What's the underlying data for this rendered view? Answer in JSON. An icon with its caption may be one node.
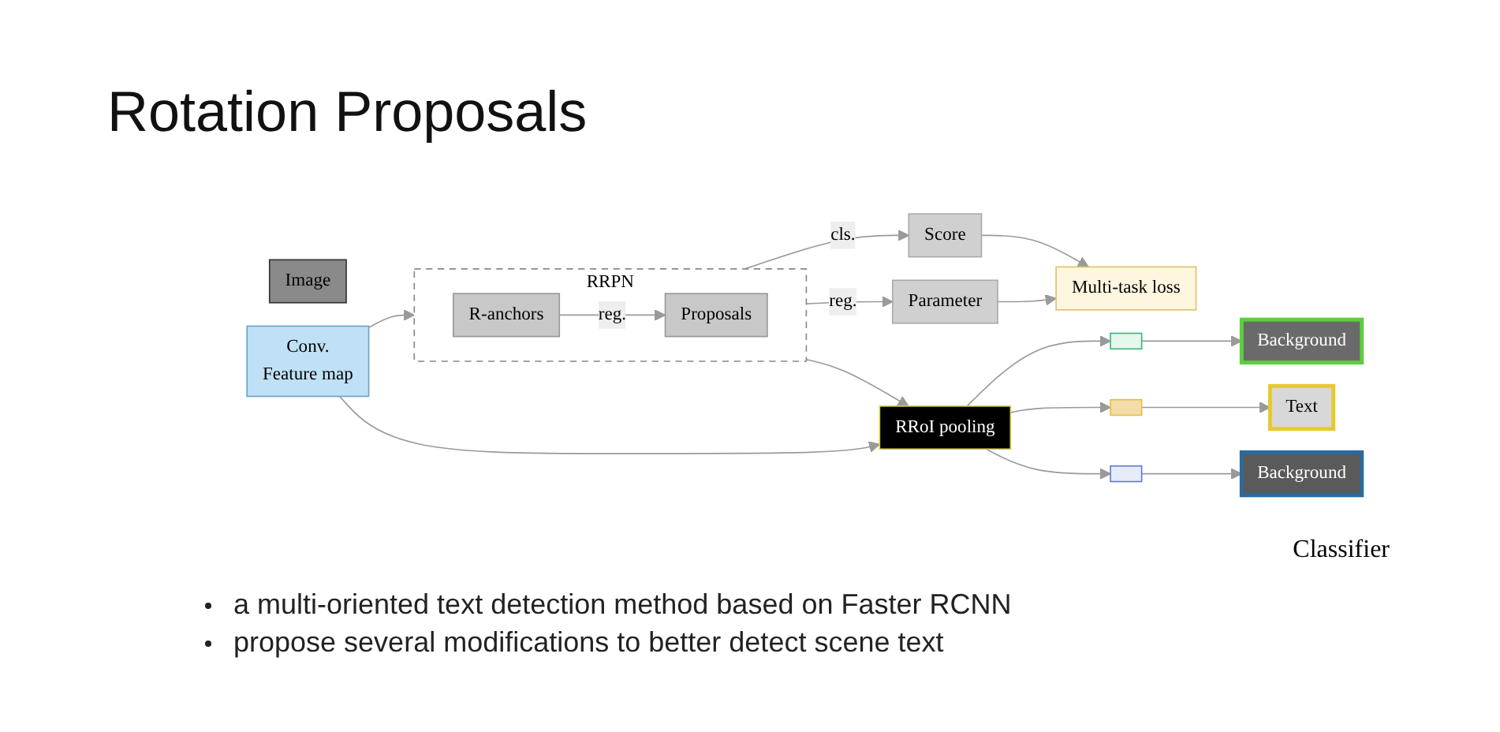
{
  "diagram": {
    "title": "Rotation Proposals",
    "nodes": [
      {
        "text": [
          "Image"
        ]
      },
      {
        "text": [
          "Conv.",
          "Feature map"
        ]
      },
      {
        "text": [
          "RRPN"
        ]
      },
      {
        "text": [
          "R-anchors"
        ],
        "in": 2
      },
      {
        "text": [
          "Proposals"
        ],
        "in": 2
      },
      {
        "text": [
          "Parameter"
        ]
      },
      {
        "text": [
          "Score"
        ]
      },
      {
        "text": [
          "Multi-task loss"
        ]
      },
      {
        "text": [
          "RRoI pooling"
        ]
      },
      {
        "text": [],
        "shape": "box"
      },
      {
        "text": [],
        "shape": "box"
      },
      {
        "text": [],
        "shape": "box"
      },
      {
        "text": [
          "Background"
        ]
      },
      {
        "text": [
          "Text"
        ]
      },
      {
        "text": [
          "Background"
        ]
      }
    ],
    "edges": [
      {
        "from": 1,
        "to": 2,
        "arrow": "to"
      },
      {
        "from": 3,
        "to": 4,
        "label": "reg.",
        "arrow": "to"
      },
      {
        "from": 2,
        "to": 5,
        "label": "reg.",
        "arrow": "to"
      },
      {
        "from": 2,
        "to": 6,
        "label": "cls.",
        "arrow": "to"
      },
      {
        "from": 5,
        "to": 7,
        "arrow": "to"
      },
      {
        "from": 6,
        "to": 7,
        "arrow": "to"
      },
      {
        "from": 2,
        "to": 8,
        "arrow": "to"
      },
      {
        "from": 1,
        "to": 8,
        "arrow": "to"
      },
      {
        "from": 8,
        "to": 9,
        "arrow": "to"
      },
      {
        "from": 8,
        "to": 10,
        "arrow": "to"
      },
      {
        "from": 8,
        "to": 11,
        "arrow": "to"
      },
      {
        "from": 9,
        "to": 12,
        "arrow": "to"
      },
      {
        "from": 10,
        "to": 13,
        "arrow": "to"
      },
      {
        "from": 11,
        "to": 14,
        "arrow": "to"
      }
    ],
    "labels": [
      "Classifier",
      "a multi-oriented text detection method based on Faster RCNN",
      "propose several modifications to better detect scene text"
    ]
  }
}
